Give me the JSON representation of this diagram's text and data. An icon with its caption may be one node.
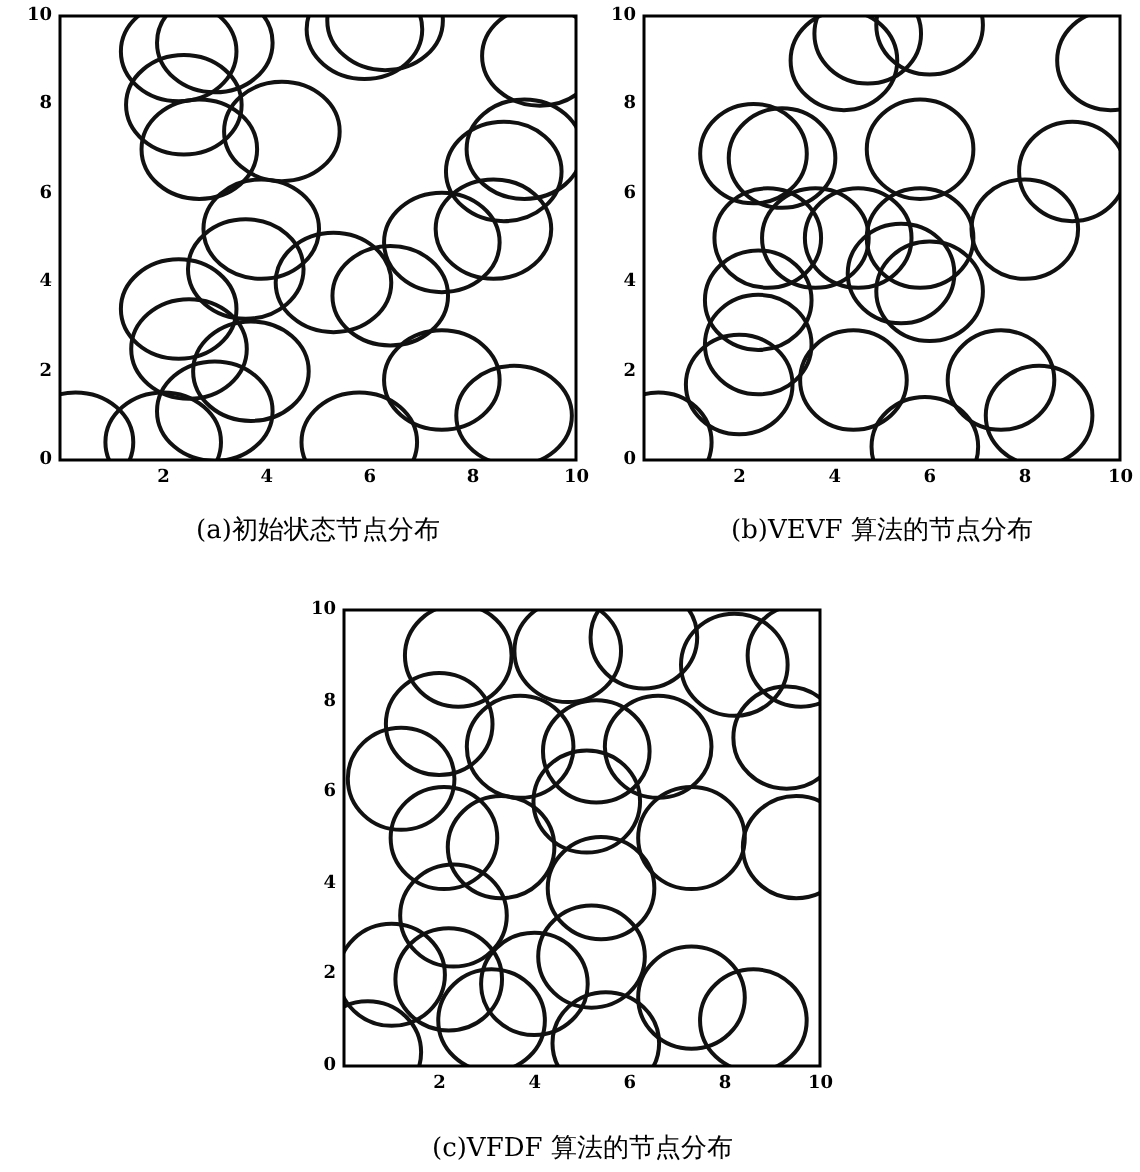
{
  "diagram": {
    "labels": [
      "10",
      "8",
      "6",
      "4",
      "2",
      "0",
      "2",
      "4",
      "6",
      "8",
      "10",
      "(a)初始状态节点分布",
      "10",
      "8",
      "6",
      "4",
      "2",
      "0",
      "2",
      "4",
      "6",
      "8",
      "10",
      "(b)VEVF 算法的节点分布",
      "10",
      "8",
      "6",
      "4",
      "2",
      "0",
      "2",
      "4",
      "6",
      "8",
      "10",
      "(c)VFDF 算法的节点分布"
    ]
  }
}
